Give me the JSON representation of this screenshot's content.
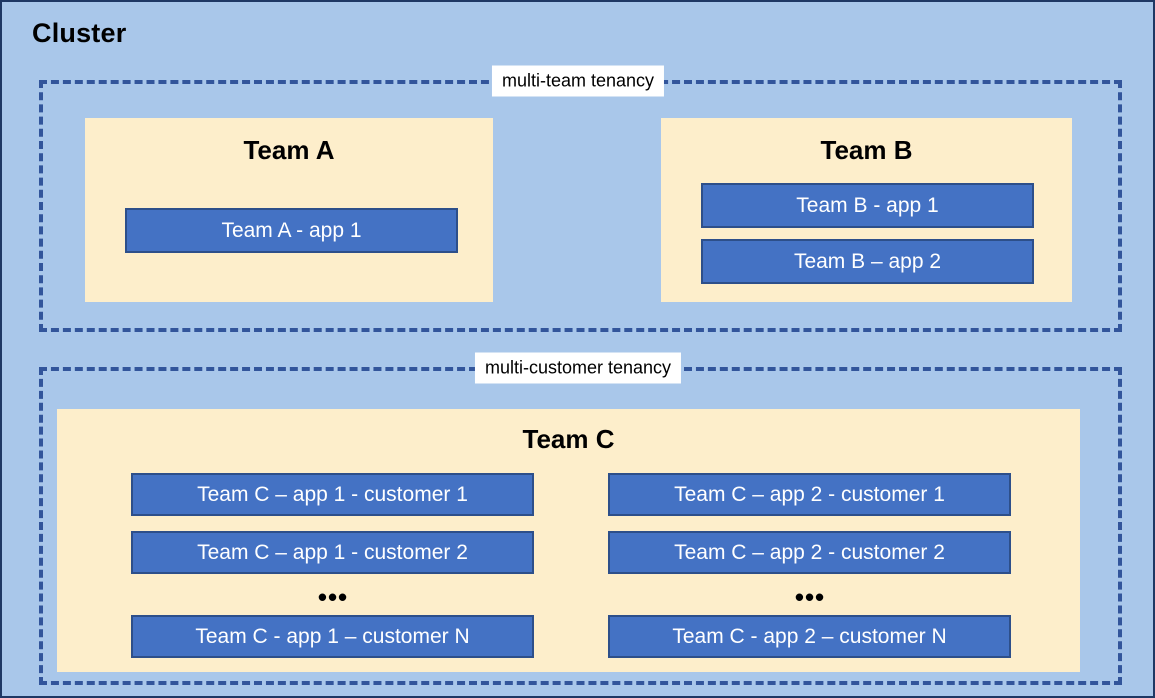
{
  "diagram": {
    "title": "Cluster",
    "colors": {
      "background": "#a9c7ea",
      "frame_border": "#1f3864",
      "tenancy_dash": "#32559b",
      "team_panel": "#fdeecb",
      "app_box": "#4472c4",
      "app_box_border": "#2d4f8a",
      "app_text": "#ffffff",
      "label_background": "#ffffff"
    },
    "groups": [
      {
        "id": "multi-team",
        "label": "multi-team tenancy",
        "teams": [
          {
            "id": "team-a",
            "title": "Team A",
            "apps": [
              {
                "label": "Team A - app 1"
              }
            ]
          },
          {
            "id": "team-b",
            "title": "Team B",
            "apps": [
              {
                "label": "Team B - app 1"
              },
              {
                "label": "Team B – app 2"
              }
            ]
          }
        ]
      },
      {
        "id": "multi-customer",
        "label": "multi-customer tenancy",
        "teams": [
          {
            "id": "team-c",
            "title": "Team C",
            "columns": [
              {
                "id": "app-1",
                "apps": [
                  {
                    "label": "Team C – app 1 - customer 1"
                  },
                  {
                    "label": "Team C – app 1 - customer 2"
                  },
                  {
                    "label": "Team C - app 1 – customer N"
                  }
                ],
                "ellipsis": "•••"
              },
              {
                "id": "app-2",
                "apps": [
                  {
                    "label": "Team C – app 2 - customer 1"
                  },
                  {
                    "label": "Team C – app 2 - customer 2"
                  },
                  {
                    "label": "Team C - app 2 – customer N"
                  }
                ],
                "ellipsis": "•••"
              }
            ]
          }
        ]
      }
    ]
  }
}
